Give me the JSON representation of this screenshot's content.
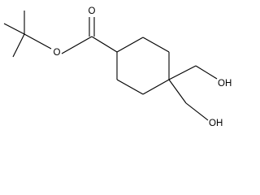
{
  "molecule": {
    "atoms": {
      "ester_oxygen": "O",
      "carbonyl_oxygen": "O",
      "hydroxyl_1": "OH",
      "hydroxyl_2": "OH"
    },
    "colors": {
      "bond": "#000000",
      "label": "#000000",
      "background": "#ffffff"
    }
  }
}
